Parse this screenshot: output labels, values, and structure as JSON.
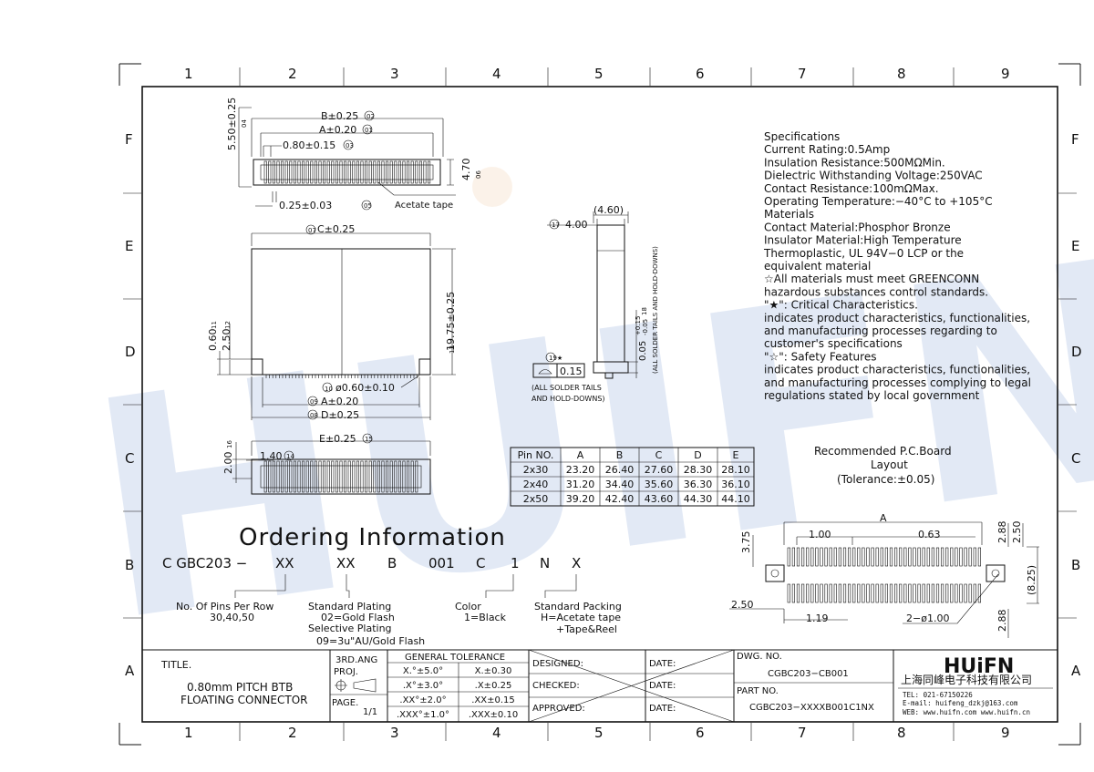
{
  "grid_columns": [
    "1",
    "2",
    "3",
    "4",
    "5",
    "6",
    "7",
    "8",
    "9"
  ],
  "grid_rows": [
    "F",
    "E",
    "D",
    "C",
    "B",
    "A"
  ],
  "watermark": "HUIFN",
  "dims_top_view": {
    "b": "B±0.25",
    "b_n": "02",
    "a": "A±0.20",
    "a_n": "01",
    "pitch": "0.80±0.15",
    "pitch_n": "03",
    "height": "5.50±0.25",
    "height_n": "04",
    "depth": "4.70",
    "depth_n": "06",
    "tail": "0.25±0.03",
    "tail_n": "05",
    "tape": "Acetate tape"
  },
  "dims_front_view": {
    "c": "C±0.25",
    "c_n": "07",
    "h": "19.75±0.25",
    "h_n": "13",
    "d1": "0.60",
    "d1_n": "11",
    "d2": "2.50",
    "d2_n": "12",
    "hole": "ø0.60±0.10",
    "hole_n": "10",
    "a": "A±0.20",
    "a_n": "09",
    "d": "D±0.25",
    "d_n": "08"
  },
  "dims_side_view": {
    "w_outer": "(4.60)",
    "w_inner": "4.00",
    "w_inner_n": "17",
    "tol": "0.05",
    "tol_up": "+0.15",
    "tol_dn": "-0.05",
    "tol_n": "18",
    "note": "(ALL SOLDER TAILS AND HOLD-DOWNS)",
    "flat_n": "19★",
    "flat_val": "0.15",
    "note2a": "(ALL SOLDER TAILS",
    "note2b": "AND HOLD-DOWNS)"
  },
  "dims_bottom_view": {
    "e": "E±0.25",
    "e_n": "15",
    "v": "2.00",
    "v_n": "16",
    "p": "1.40",
    "p_n": "14"
  },
  "specifications": [
    "Specifications",
    "Current Rating:0.5Amp",
    "Insulation Resistance:500MΩMin.",
    "Dielectric Withstanding Voltage:250VAC",
    "Contact Resistance:100mΩMax.",
    "Operating Temperature:−40°C to +105°C",
    "Materials",
    "Contact Material:Phosphor Bronze",
    "Insulator Material:High Temperature",
    "Thermoplastic, UL 94V−0 LCP or the",
    "equivalent material",
    "☆All materials must meet GREENCONN",
    "hazardous substances control standards.",
    "\"★\": Critical Characteristics.",
    "indicates product characteristics, functionalities,",
    "and manufacturing processes regarding to",
    "customer's specifications",
    "\"☆\": Safety Features",
    "indicates product characteristics, functionalities,",
    "and manufacturing processes complying to legal",
    "regulations stated by local government"
  ],
  "pin_table": {
    "headers": [
      "Pin NO.",
      "A",
      "B",
      "C",
      "D",
      "E"
    ],
    "rows": [
      [
        "2x30",
        "23.20",
        "26.40",
        "27.60",
        "28.30",
        "28.10"
      ],
      [
        "2x40",
        "31.20",
        "34.40",
        "35.60",
        "36.30",
        "36.10"
      ],
      [
        "2x50",
        "39.20",
        "42.40",
        "43.60",
        "44.30",
        "44.10"
      ]
    ]
  },
  "pcb": {
    "title1": "Recommended P.C.Board",
    "title2": "Layout",
    "title3": "(Tolerance:±0.05)",
    "a": "A",
    "d100": "1.00",
    "d063": "0.63",
    "d375": "3.75",
    "d288a": "2.88",
    "d250a": "2.50",
    "d825": "(8.25)",
    "d250b": "2.50",
    "d119": "1.19",
    "hole": "2−ø1.00",
    "d288b": "2.88"
  },
  "ordering": {
    "title": "Ordering Information",
    "code": [
      "C GBC203 − ",
      "XX",
      "XX",
      "B",
      "001",
      "C",
      "1",
      "N",
      "X"
    ],
    "pins_l1": "No. Of Pins Per Row",
    "pins_l2": "30,40,50",
    "plating_l1": "Standard Plating",
    "plating_l2": "02=Gold Flash",
    "plating_l3": "Selective Plating",
    "plating_l4": "09=3u\"AU/Gold Flash",
    "color_l1": "Color",
    "color_l2": "1=Black",
    "pack_l1": "Standard Packing",
    "pack_l2": "H=Acetate tape",
    "pack_l3": "+Tape&Reel"
  },
  "title_block": {
    "title_label": "TITLE.",
    "title_l1": "0.80mm PITCH BTB",
    "title_l2": "FLOATING CONNECTOR",
    "ang_l1": "3RD.ANG",
    "ang_l2": "PROJ.",
    "page_label": "PAGE.",
    "page_val": "1/1",
    "tol_header": "GENERAL TOLERANCE",
    "tol": [
      [
        "X.°±5.0°",
        "X.±0.30"
      ],
      [
        ".X°±3.0°",
        ".X±0.25"
      ],
      [
        ".XX°±2.0°",
        ".XX±0.15"
      ],
      [
        ".XXX°±1.0°",
        ".XXX±0.10"
      ]
    ],
    "designed": "DESIGNED:",
    "checked": "CHECKED:",
    "approved": "APPROVED:",
    "date": "DATE:",
    "dwg_label": "DWG. NO.",
    "dwg_val": "CGBC203−CB001",
    "part_label": "PART NO.",
    "part_val": "CGBC203−XXXXB001C1NX",
    "company_logo": "HUiFN",
    "company_cn": "上海同峰电子科技有限公司",
    "tel": "TEL: 021-67150226",
    "email": "E-mail: huifeng_dzkj@163.com",
    "web": "WEB: www.huifn.com   www.huifn.cn"
  }
}
